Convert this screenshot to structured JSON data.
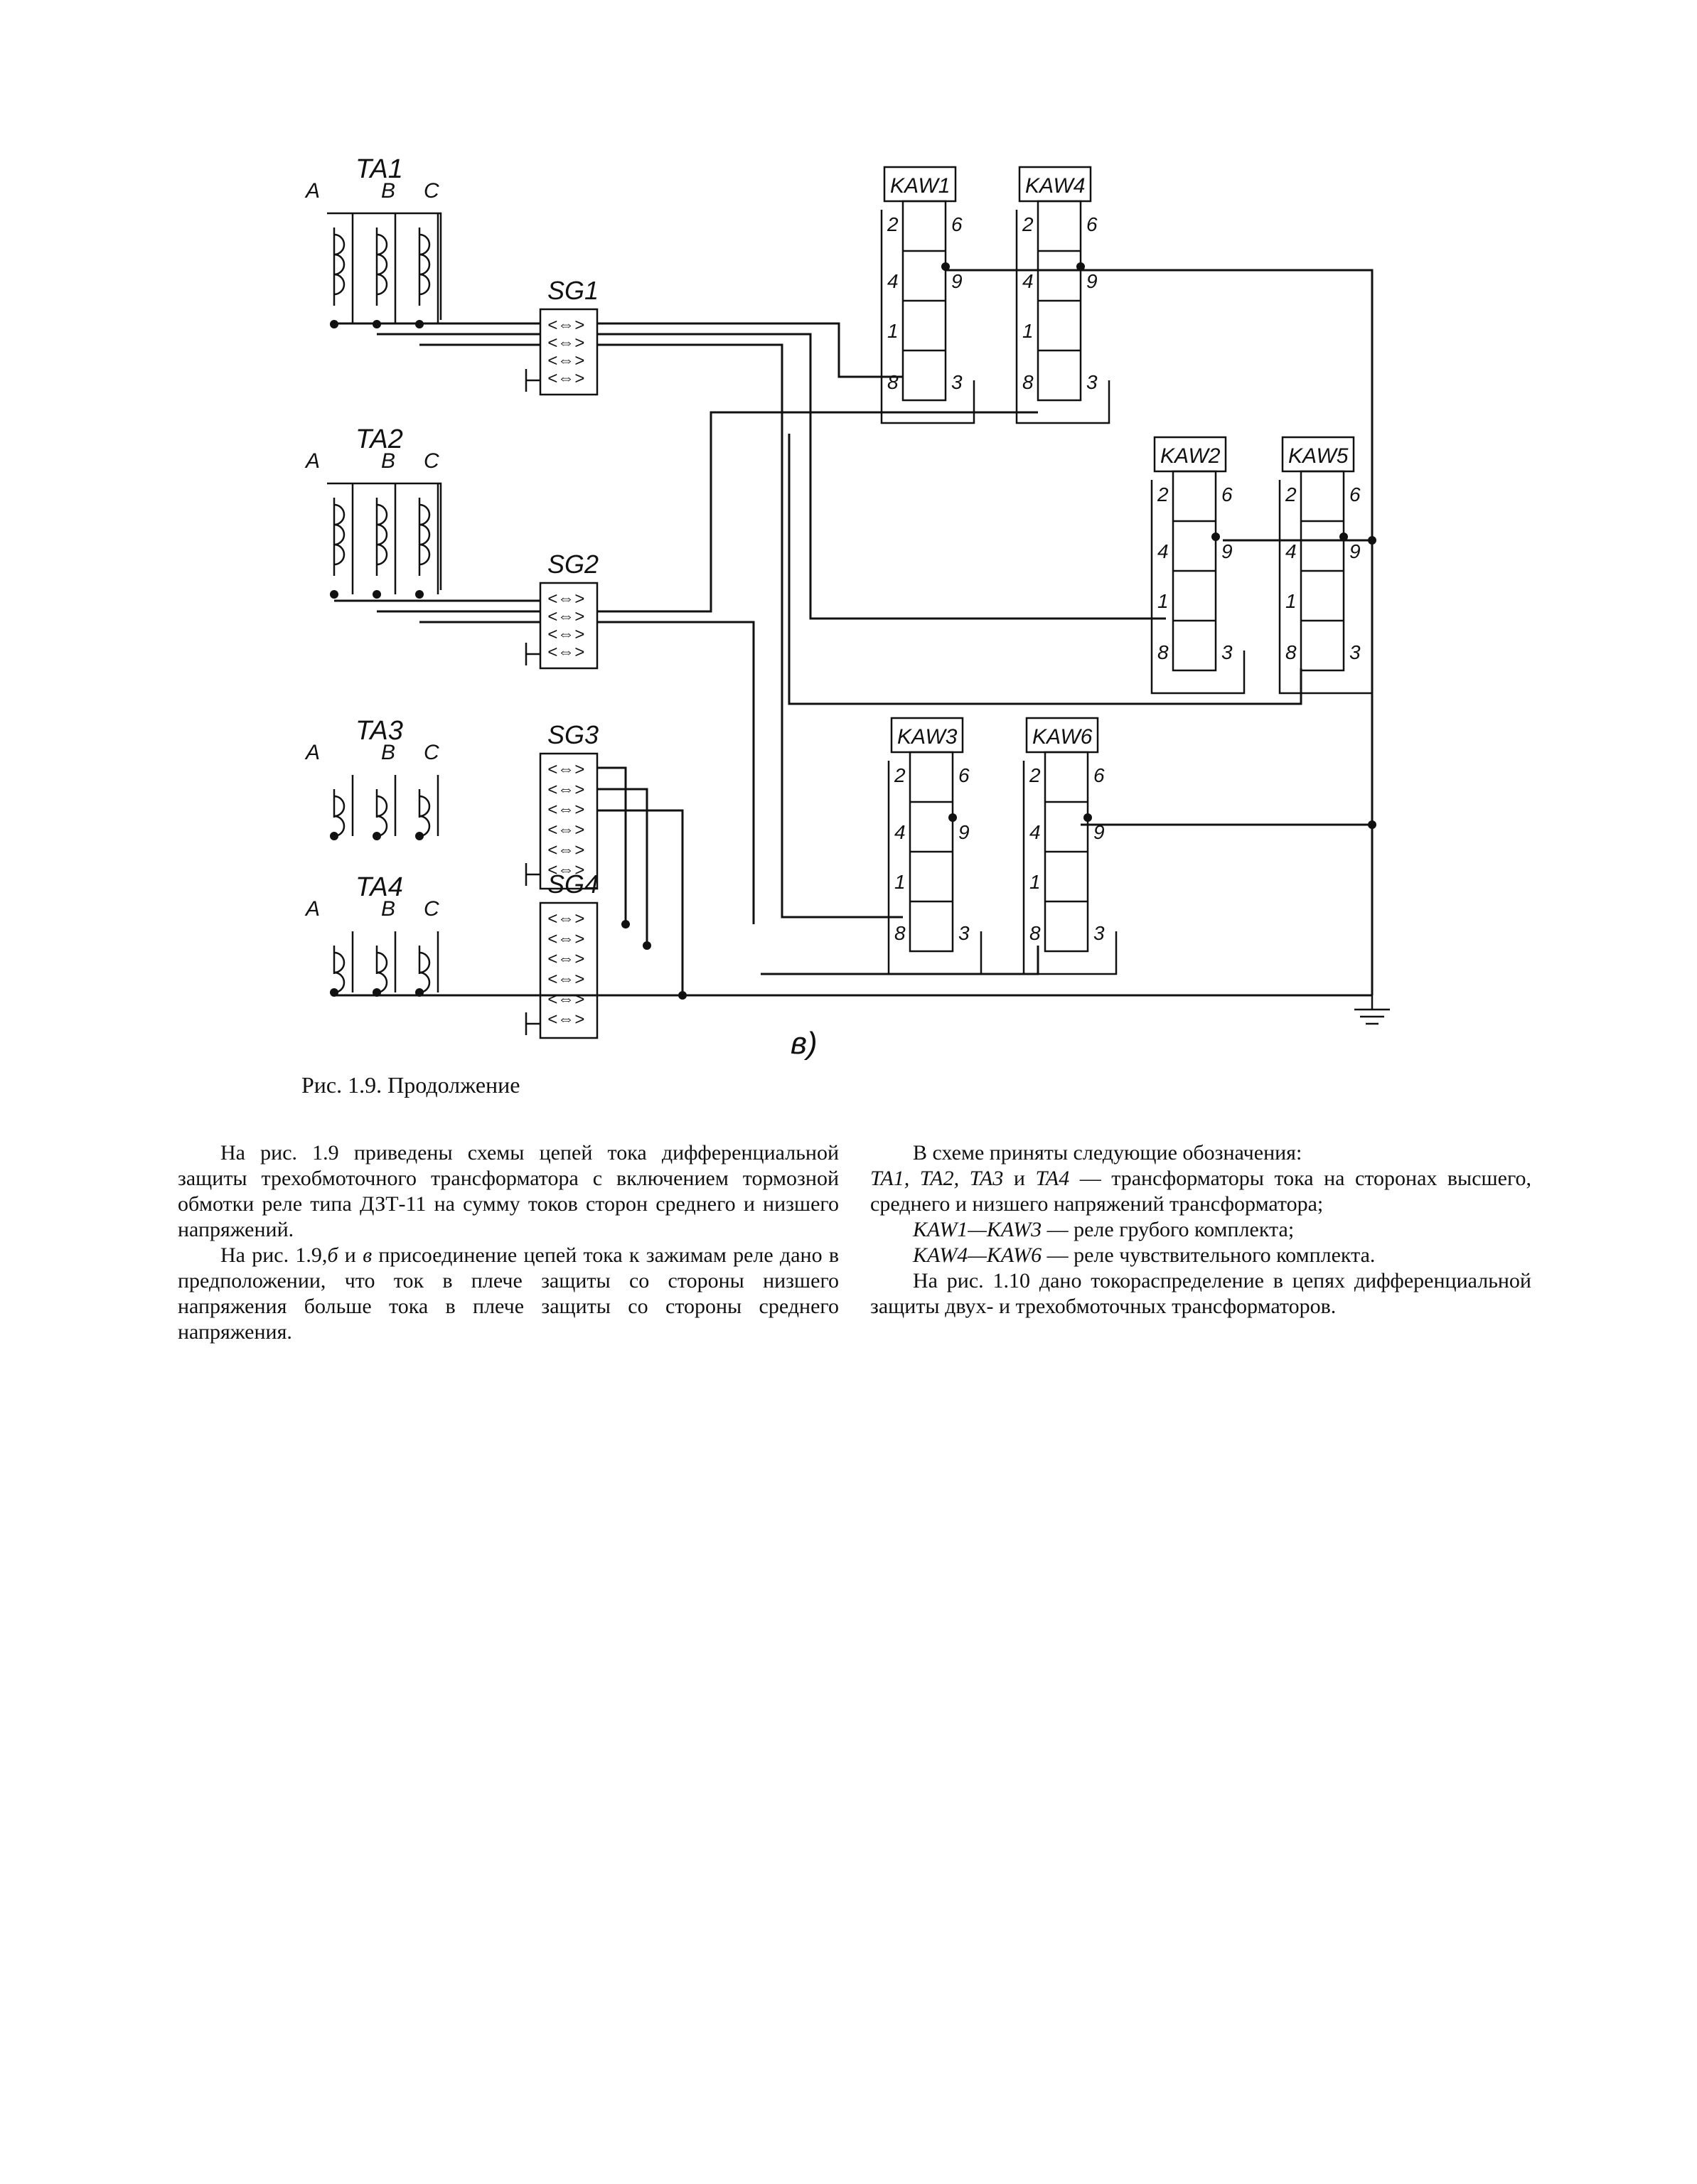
{
  "diagram": {
    "letter": "в)",
    "ta_groups": [
      {
        "name": "TA1",
        "phases": [
          "A",
          "B",
          "C"
        ]
      },
      {
        "name": "TA2",
        "phases": [
          "A",
          "B",
          "C"
        ]
      },
      {
        "name": "TA3",
        "phases": [
          "A",
          "B",
          "C"
        ]
      },
      {
        "name": "TA4",
        "phases": [
          "A",
          "B",
          "C"
        ]
      }
    ],
    "test_blocks": [
      "SG1",
      "SG2",
      "SG3",
      "SG4"
    ],
    "relays": [
      {
        "name": "KAW1",
        "terminals": [
          "2",
          "6",
          "4",
          "9",
          "1",
          "8",
          "3"
        ]
      },
      {
        "name": "KAW4",
        "terminals": [
          "2",
          "6",
          "4",
          "9",
          "1",
          "8",
          "3"
        ]
      },
      {
        "name": "KAW2",
        "terminals": [
          "2",
          "6",
          "4",
          "9",
          "1",
          "8",
          "3"
        ]
      },
      {
        "name": "KAW5",
        "terminals": [
          "2",
          "6",
          "4",
          "9",
          "1",
          "8",
          "3"
        ]
      },
      {
        "name": "KAW3",
        "terminals": [
          "2",
          "6",
          "4",
          "9",
          "1",
          "8",
          "3"
        ]
      },
      {
        "name": "KAW6",
        "terminals": [
          "2",
          "6",
          "4",
          "9",
          "1",
          "8",
          "3"
        ]
      }
    ]
  },
  "caption": "Рис. 1.9. Продолжение",
  "left_column": {
    "p1": "На рис. 1.9 приведены схемы цепей тока дифференциальной защиты трехобмоточного трансформатора с включением тормозной обмотки реле типа ДЗТ-11 на сумму токов сторон среднего и низшего напряжений.",
    "p2_a": "На рис. 1.9,",
    "p2_b": "б",
    "p2_c": " и ",
    "p2_d": "в",
    "p2_e": " присоединение цепей тока к зажимам реле дано в предположении, что ток в плече защиты со стороны низшего напряжения больше тока в плече защиты со стороны среднего напряжения."
  },
  "right_column": {
    "p1": "В схеме приняты следующие обозначения:",
    "p2_a": "TA1, TA2, TA3",
    "p2_b": " и ",
    "p2_c": "TA4",
    "p2_d": " — трансформаторы тока на сторонах высшего, среднего и низшего напряжений трансформатора;",
    "p3_a": "KAW1—KAW3",
    "p3_b": " — реле грубого комплекта;",
    "p4_a": "KAW4—KAW6",
    "p4_b": " — реле чувствительного комплекта.",
    "p5": "На рис. 1.10 дано токораспределение в цепях дифференциальной защиты двух- и трехобмоточных трансформаторов."
  }
}
